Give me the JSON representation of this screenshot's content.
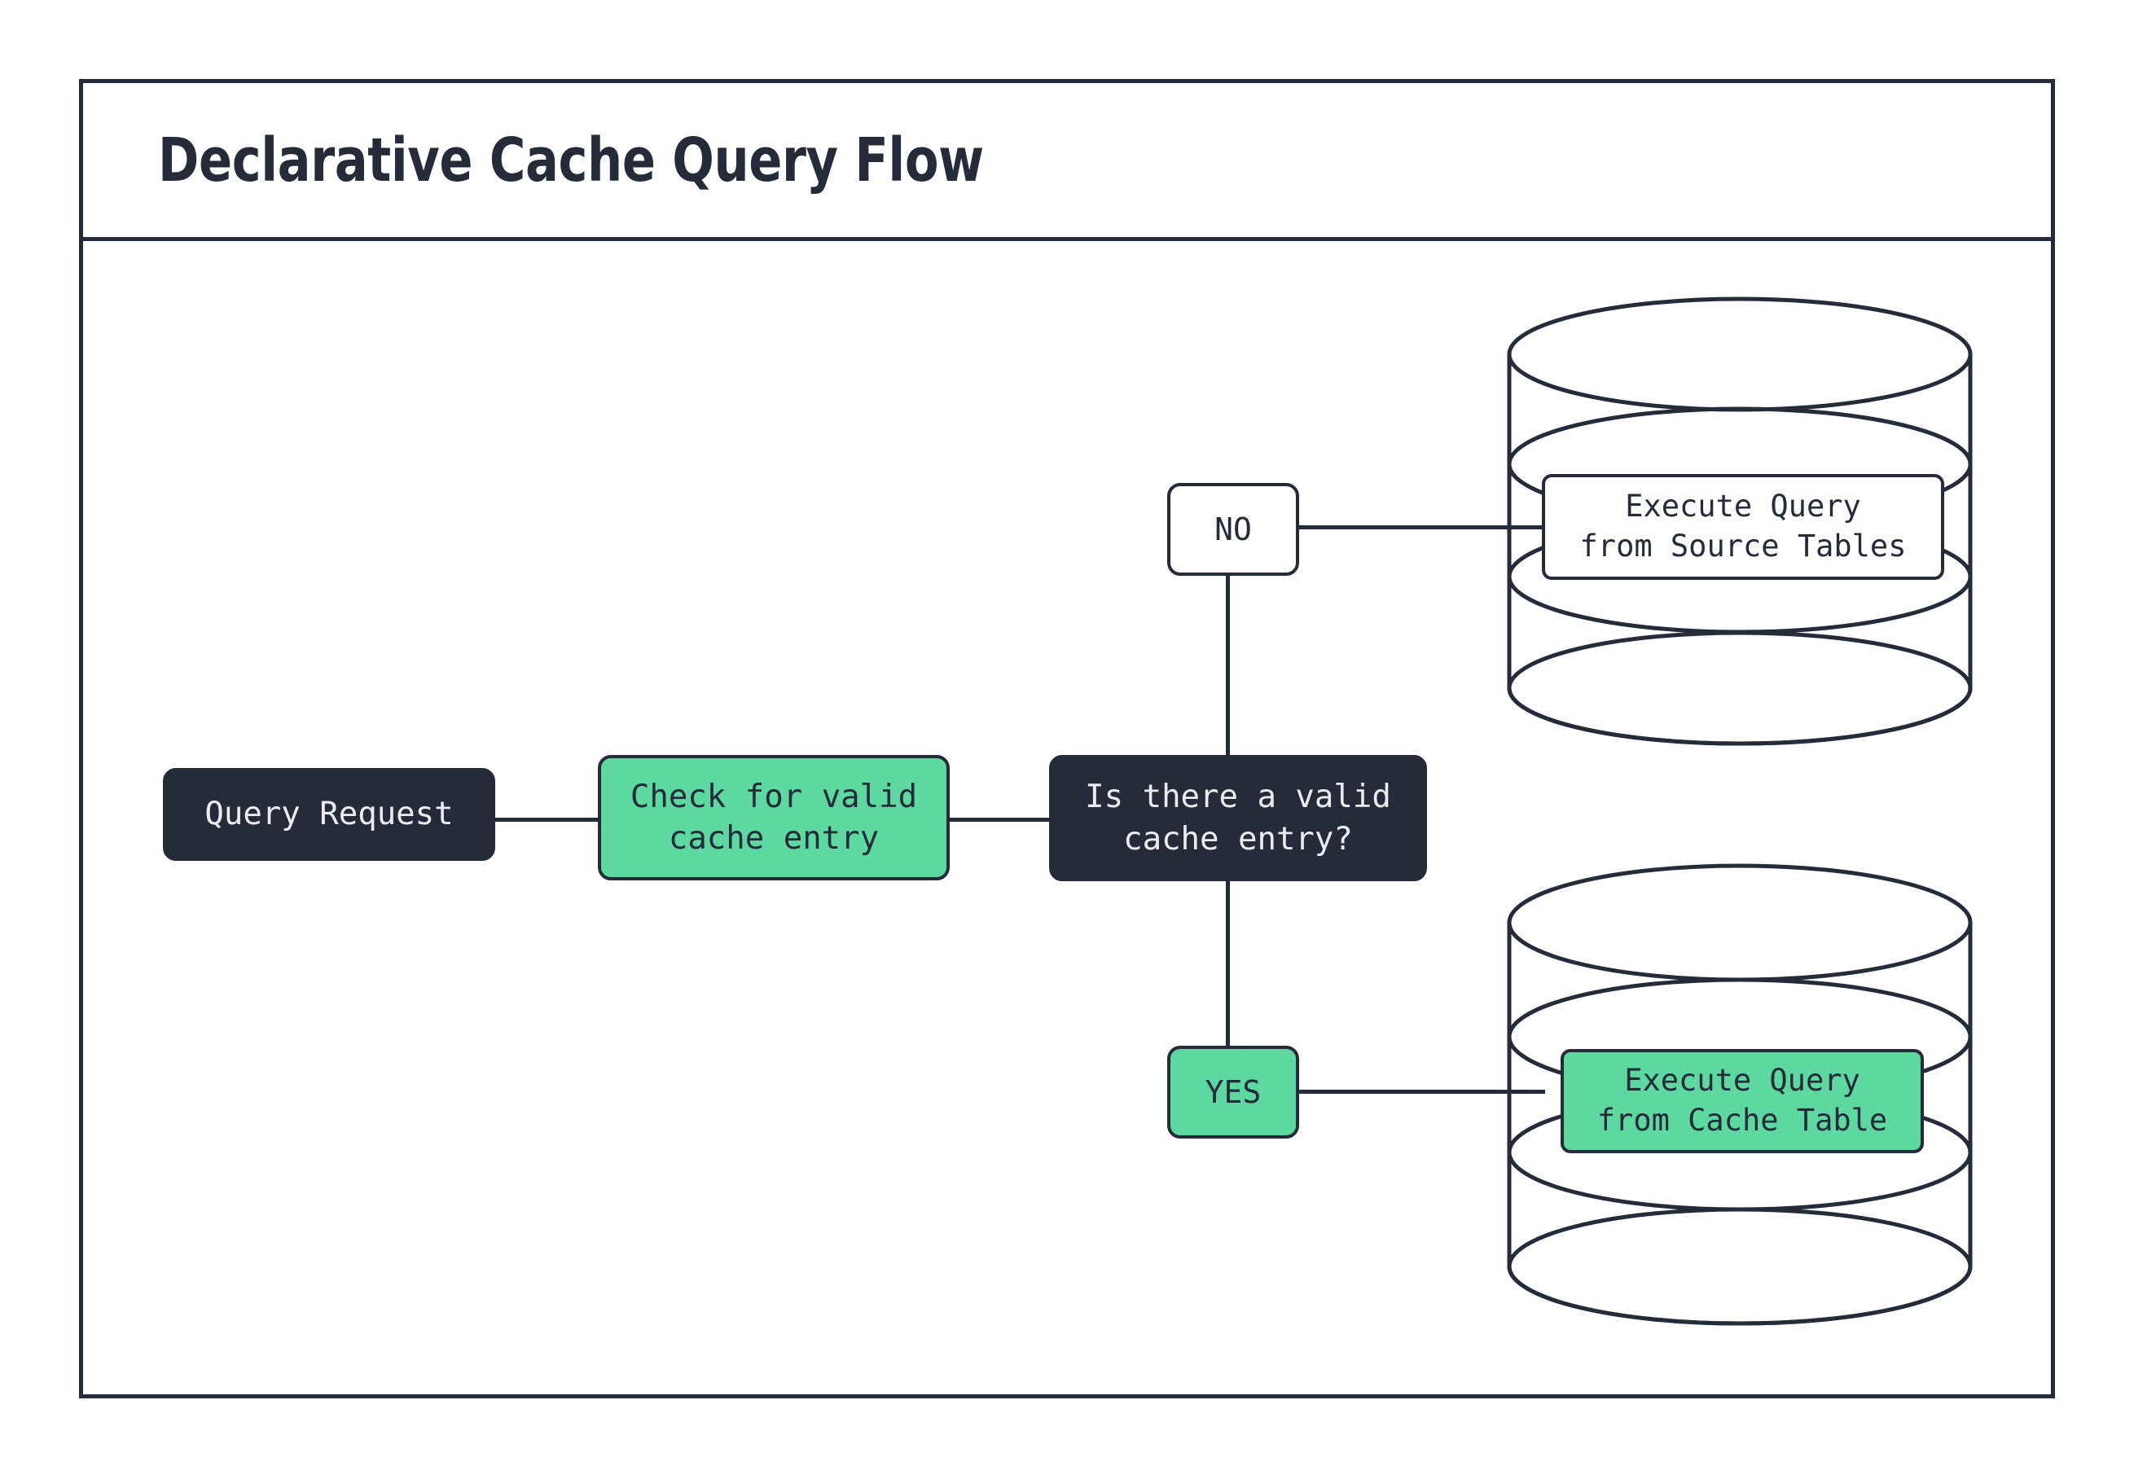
{
  "diagram": {
    "title": "Declarative Cache Query Flow",
    "type": "flowchart",
    "accent_green": "#5cd8a0",
    "dark": "#262b3a",
    "background": "#ffffff",
    "nodes": [
      {
        "id": "query-request",
        "label": "Query Request",
        "shape": "rounded-rect",
        "fill": "dark"
      },
      {
        "id": "check-cache",
        "label": "Check for valid\ncache entry",
        "shape": "rounded-rect",
        "fill": "green"
      },
      {
        "id": "decision",
        "label": "Is there a valid\ncache entry?",
        "shape": "rounded-rect",
        "fill": "dark"
      },
      {
        "id": "label-no",
        "label": "NO",
        "shape": "rounded-rect",
        "fill": "white"
      },
      {
        "id": "label-yes",
        "label": "YES",
        "shape": "rounded-rect",
        "fill": "green"
      },
      {
        "id": "exec-source",
        "label": "Execute Query\nfrom Source Tables",
        "shape": "rounded-rect",
        "fill": "white"
      },
      {
        "id": "exec-cache",
        "label": "Execute Query\nfrom Cache Table",
        "shape": "rounded-rect",
        "fill": "green"
      }
    ],
    "databases": [
      {
        "id": "source-db",
        "name": "source-tables-database-cylinder"
      },
      {
        "id": "cache-db",
        "name": "cache-table-database-cylinder"
      }
    ],
    "edges": [
      {
        "from": "query-request",
        "to": "check-cache"
      },
      {
        "from": "check-cache",
        "to": "decision"
      },
      {
        "from": "decision",
        "to": "label-no"
      },
      {
        "from": "decision",
        "to": "label-yes"
      },
      {
        "from": "label-no",
        "to": "exec-source"
      },
      {
        "from": "label-yes",
        "to": "exec-cache"
      }
    ]
  }
}
